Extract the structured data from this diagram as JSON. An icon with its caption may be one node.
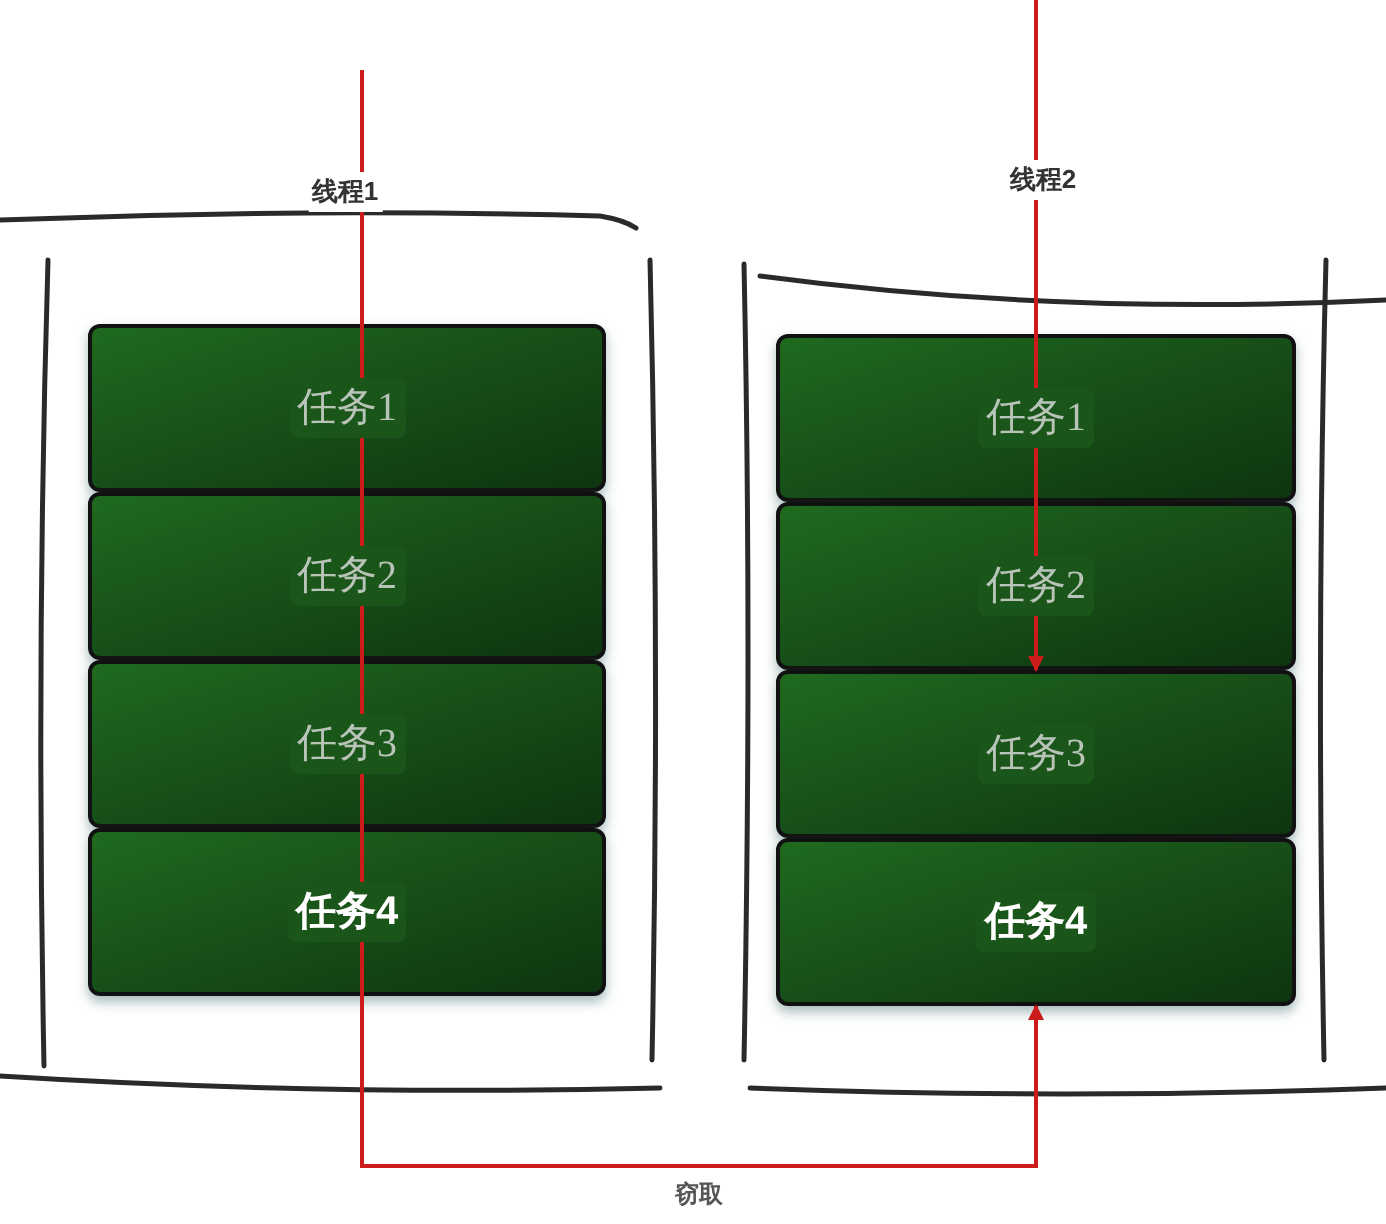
{
  "diagram": {
    "nodes": [
      {
        "text": [
          "线程1"
        ]
      },
      {
        "text": [
          "任务1"
        ],
        "in": 0
      },
      {
        "text": [
          "任务2"
        ],
        "in": 0
      },
      {
        "text": [
          "任务3"
        ],
        "in": 0
      },
      {
        "text": [
          "任务4"
        ],
        "in": 0
      },
      {
        "text": [
          "线程2"
        ]
      },
      {
        "text": [
          "任务1"
        ],
        "in": 5
      },
      {
        "text": [
          "任务2"
        ],
        "in": 5
      },
      {
        "text": [
          "任务3"
        ],
        "in": 5
      },
      {
        "text": [
          "任务4"
        ],
        "in": 5
      }
    ],
    "edges": [
      {
        "from": null,
        "to": 9,
        "arrow": "to",
        "label": "窃取"
      },
      {
        "from": null,
        "to": 7,
        "arrow": "to"
      }
    ]
  }
}
